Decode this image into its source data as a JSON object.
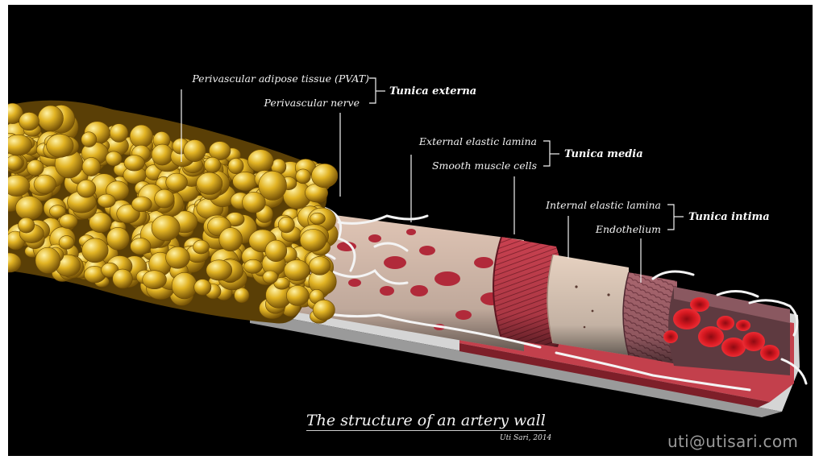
{
  "labels": {
    "pvat": "Perivascular adipose tissue (PVAT)",
    "perivascular_nerve": "Perivascular nerve",
    "tunica_externa": "Tunica externa",
    "external_elastic_lamina": "External elastic lamina",
    "smooth_muscle_cells": "Smooth muscle cells",
    "tunica_media": "Tunica media",
    "internal_elastic_lamina": "Internal elastic lamina",
    "endothelium": "Endothelium",
    "tunica_intima": "Tunica intima"
  },
  "title": "The structure of an artery wall",
  "credit": "Uti Sari, 2014",
  "watermark": "uti@utisari.com",
  "colors": {
    "background": "#000000",
    "adipose": "#d9a81c",
    "elastic_fiber": "#f2f2f2",
    "adventitia": "#e3c8b8",
    "muscle": "#c6424f",
    "intima": "#e8d3c3",
    "endothelium": "#a86470",
    "blood_cell": "#d4121c"
  }
}
